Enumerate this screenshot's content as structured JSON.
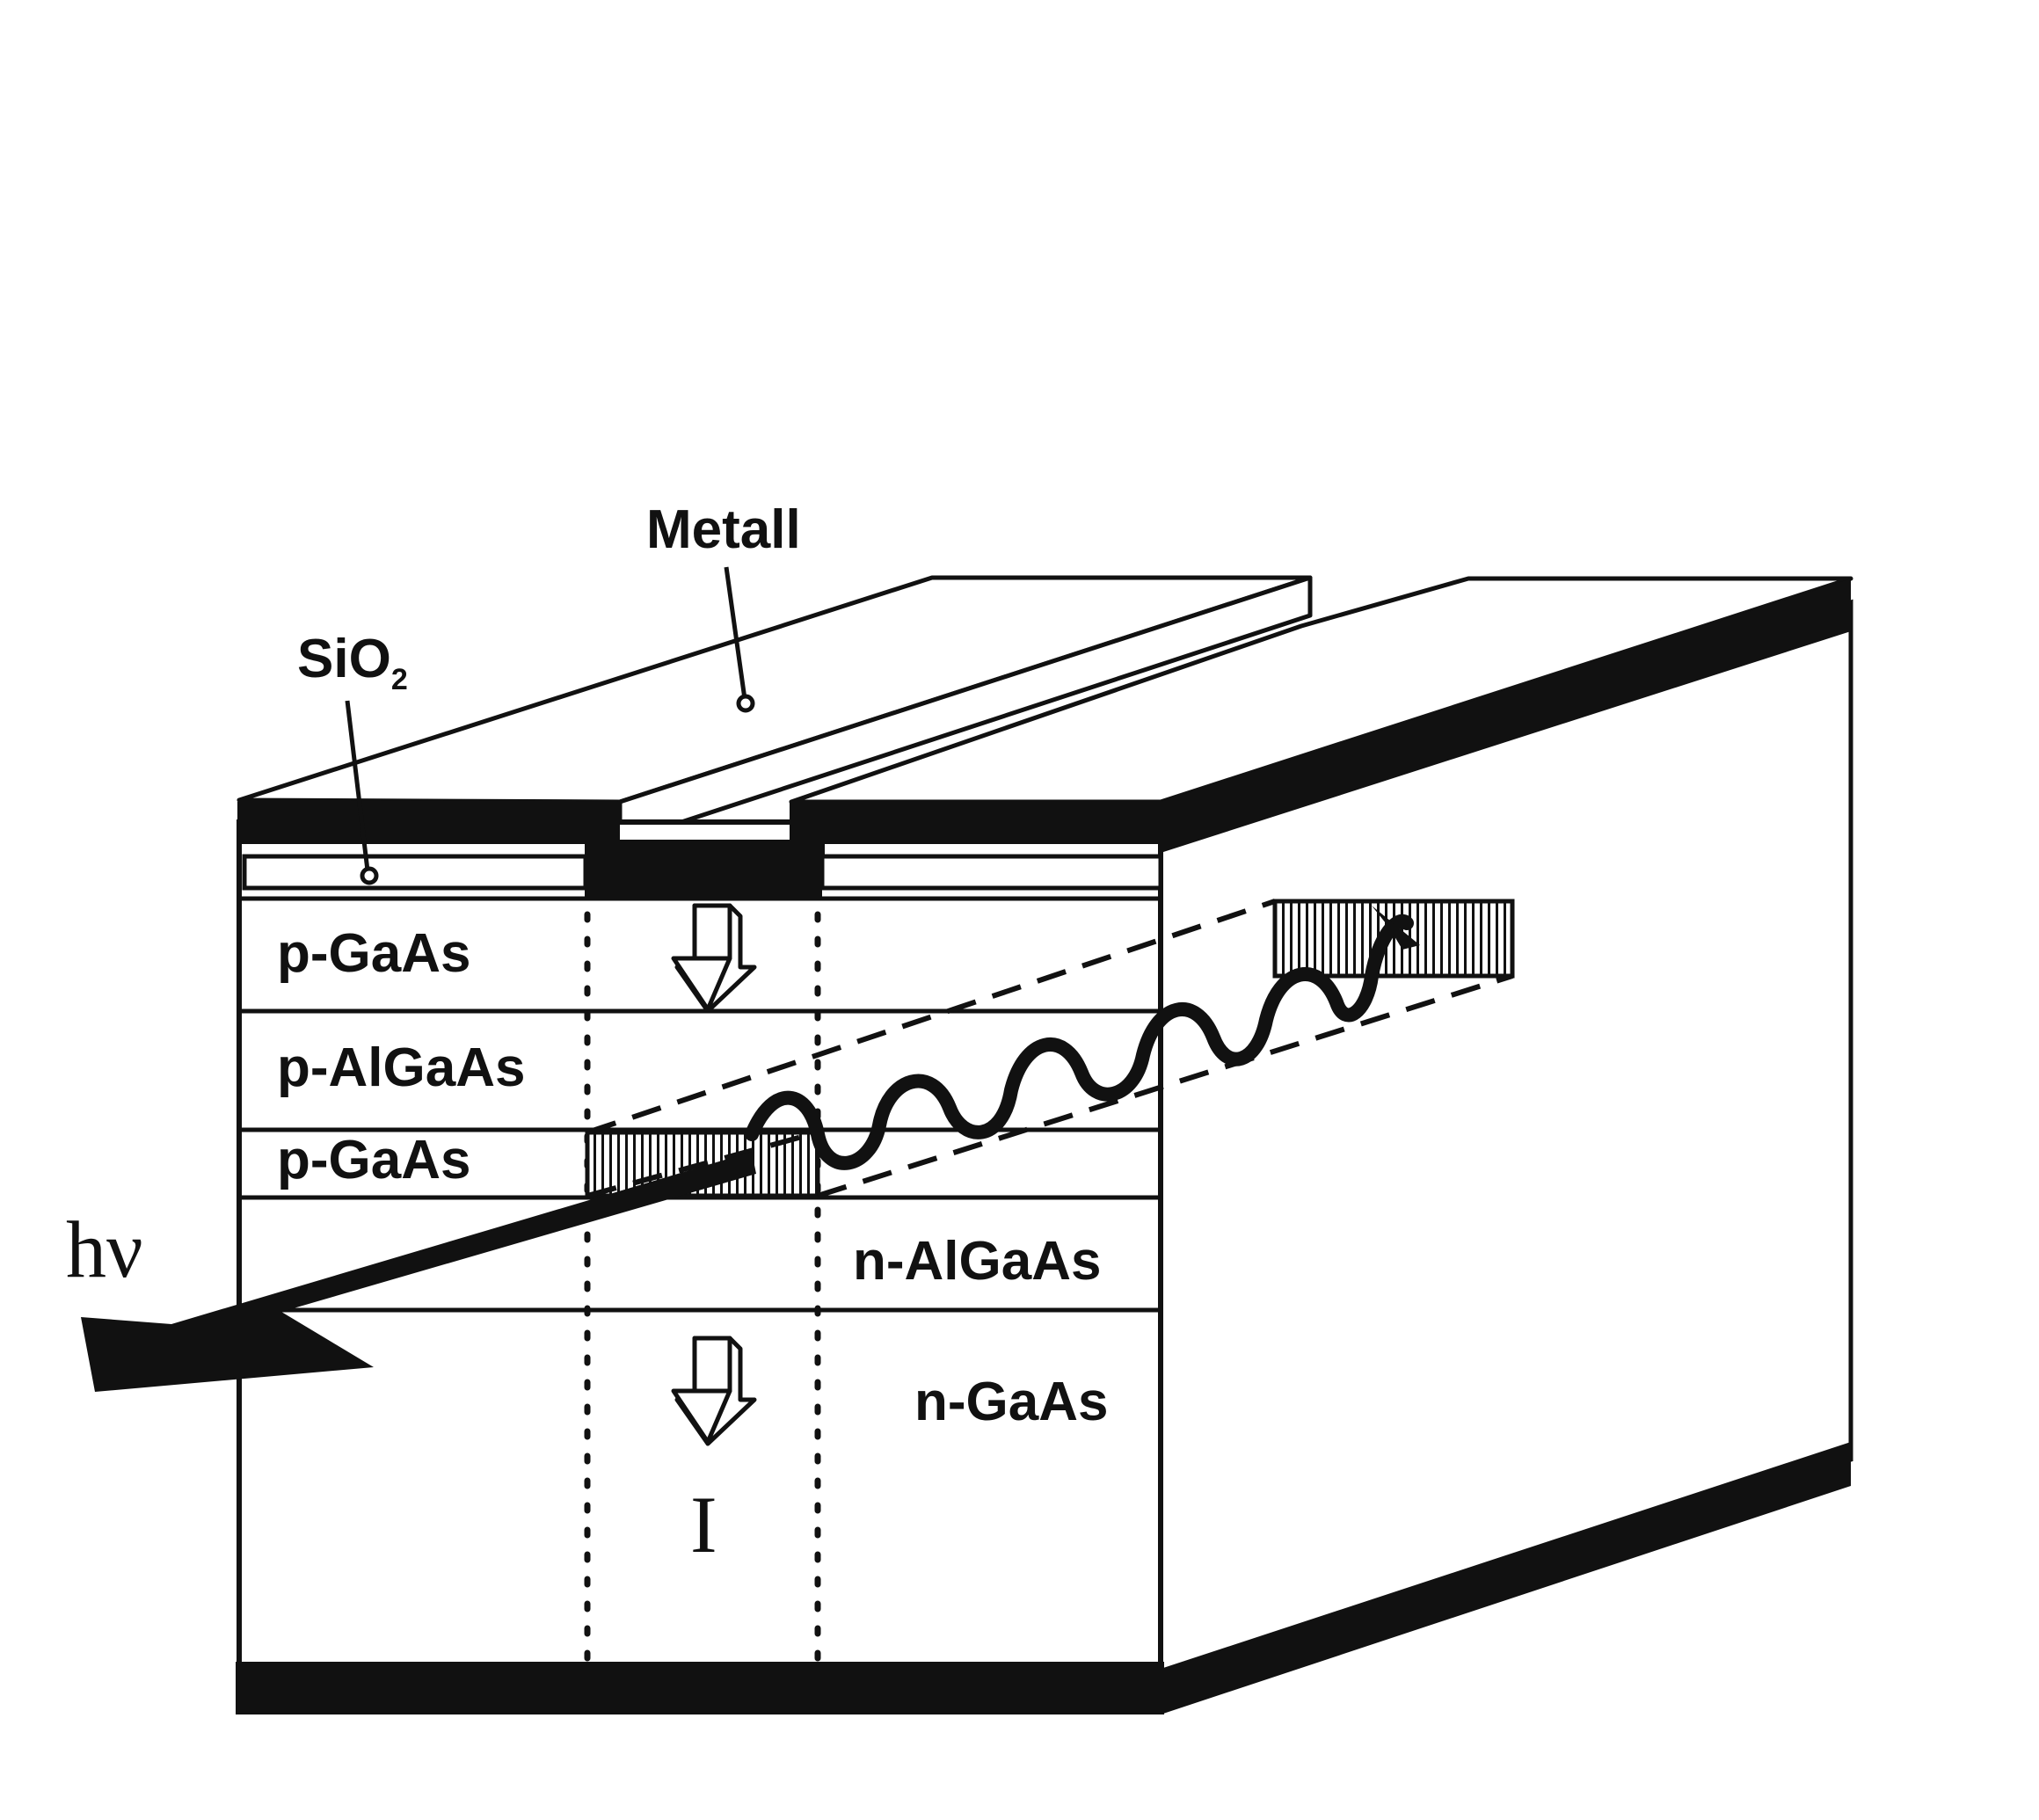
{
  "labels": {
    "metal": "Metall",
    "sio2_main": "SiO",
    "sio2_sub": "2",
    "p_gaas_top": "p-GaAs",
    "p_algaas": "p-AlGaAs",
    "p_gaas_active": "p-GaAs",
    "n_algaas": "n-AlGaAs",
    "n_gaas": "n-GaAs",
    "photon": "hν",
    "current": "I"
  },
  "colors": {
    "ink": "#111111",
    "background": "#ffffff"
  }
}
